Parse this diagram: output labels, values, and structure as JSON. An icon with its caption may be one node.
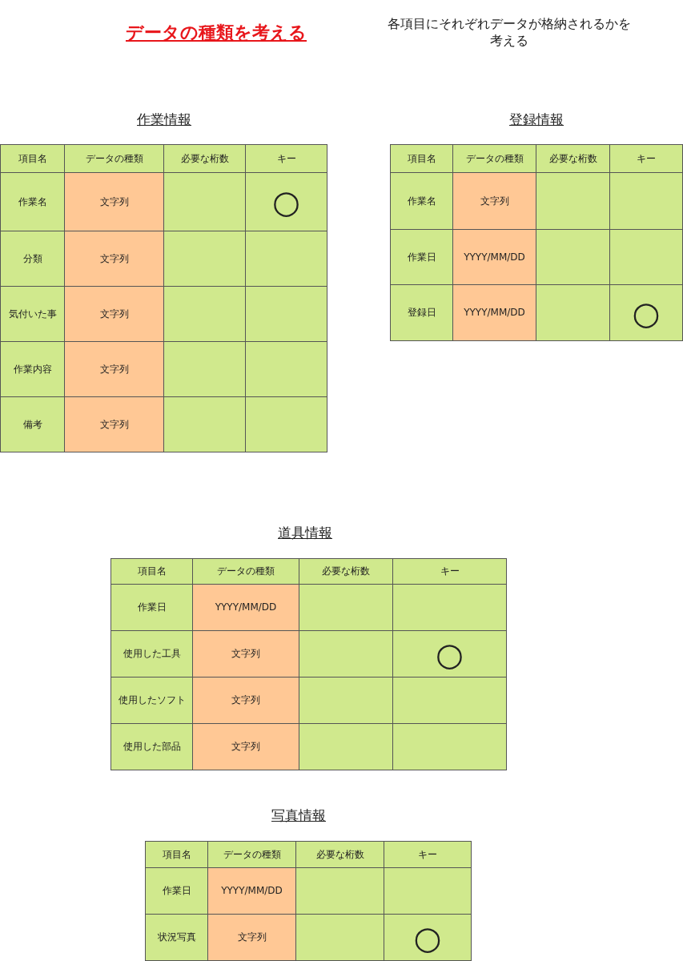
{
  "diagram": {
    "title": "データの種類を考える",
    "labels": [
      "各項目にそれぞれデータが格納されるかを考える",
      "作業情報",
      "項目名",
      "データの種類",
      "必要な桁数",
      "キー",
      "作業名",
      "文字列",
      "○",
      "分類",
      "文字列",
      "気付いた事",
      "文字列",
      "作業内容",
      "文字列",
      "備考",
      "文字列",
      "登録情報",
      "項目名",
      "データの種類",
      "必要な桁数",
      "キー",
      "作業名",
      "文字列",
      "作業日",
      "YYYY/MM/DD",
      "登録日",
      "YYYY/MM/DD",
      "○",
      "道具情報",
      "項目名",
      "データの種類",
      "必要な桁数",
      "キー",
      "作業日",
      "YYYY/MM/DD",
      "使用した工具",
      "文字列",
      "○",
      "使用したソフト",
      "文字列",
      "使用した部品",
      "文字列",
      "写真情報",
      "項目名",
      "データの種類",
      "必要な桁数",
      "キー",
      "作業日",
      "YYYY/MM/DD",
      "状況写真",
      "文字列",
      "○"
    ]
  }
}
